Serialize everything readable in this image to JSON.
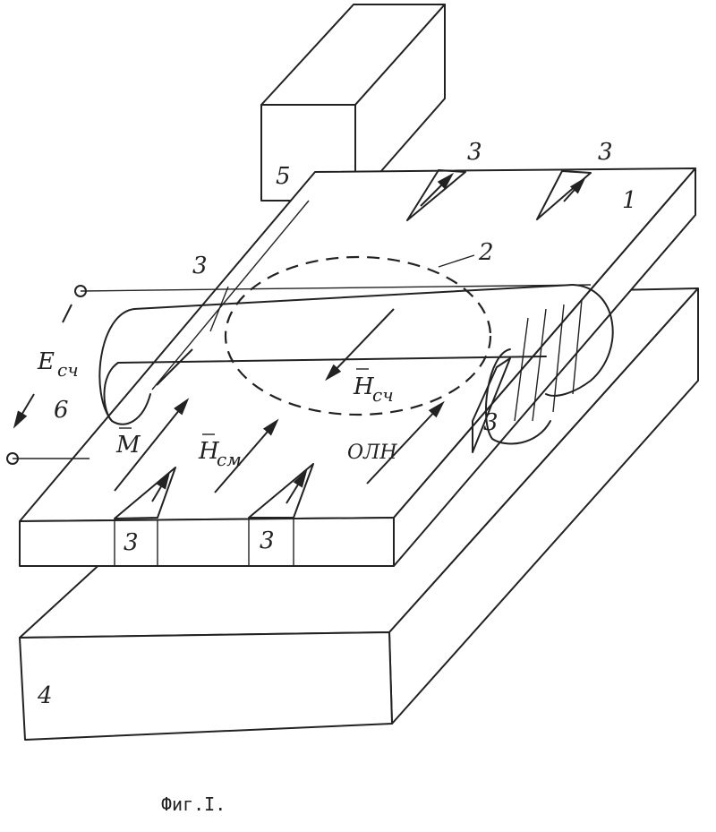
{
  "labels": {
    "block1": "1",
    "loop2": "2",
    "element3": "3",
    "substrate4": "4",
    "block5": "5",
    "coil6": "6",
    "e_field_main": "E",
    "e_field_sub": "сч",
    "m_vector": "M",
    "h_bias_main": "H",
    "h_bias_sub": "см",
    "h_rf_main": "H",
    "h_rf_sub": "сч",
    "oln": "ОЛН"
  },
  "caption": "Фиг.I."
}
